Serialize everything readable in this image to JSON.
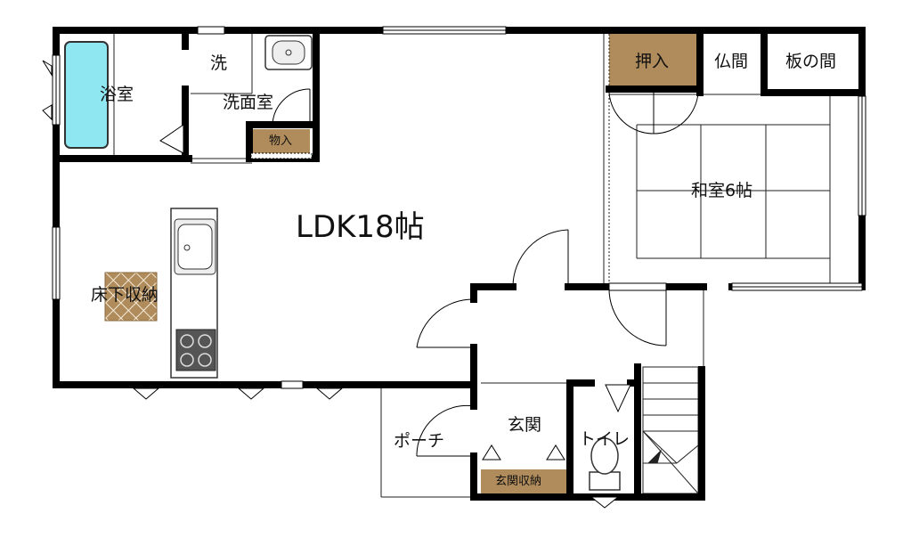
{
  "rooms": {
    "ldk": "LDK18帖",
    "washitsu": "和室6帖",
    "bath": "浴室",
    "washroom": "洗面室",
    "wash_machine": "洗",
    "storage_small": "物入",
    "oshiire": "押入",
    "butsuma": "仏間",
    "itanoma": "板の間",
    "underfloor": "床下収納",
    "entrance": "玄関",
    "entrance_storage": "玄関収納",
    "porch": "ポーチ",
    "toilet": "トイレ"
  },
  "colors": {
    "wall": "#000000",
    "storage_fill": "#b08c5c",
    "tub_fill": "#8fe7f2",
    "underfloor_fill": "#b08c5c",
    "thin_line": "#222222",
    "bg": "#ffffff"
  }
}
